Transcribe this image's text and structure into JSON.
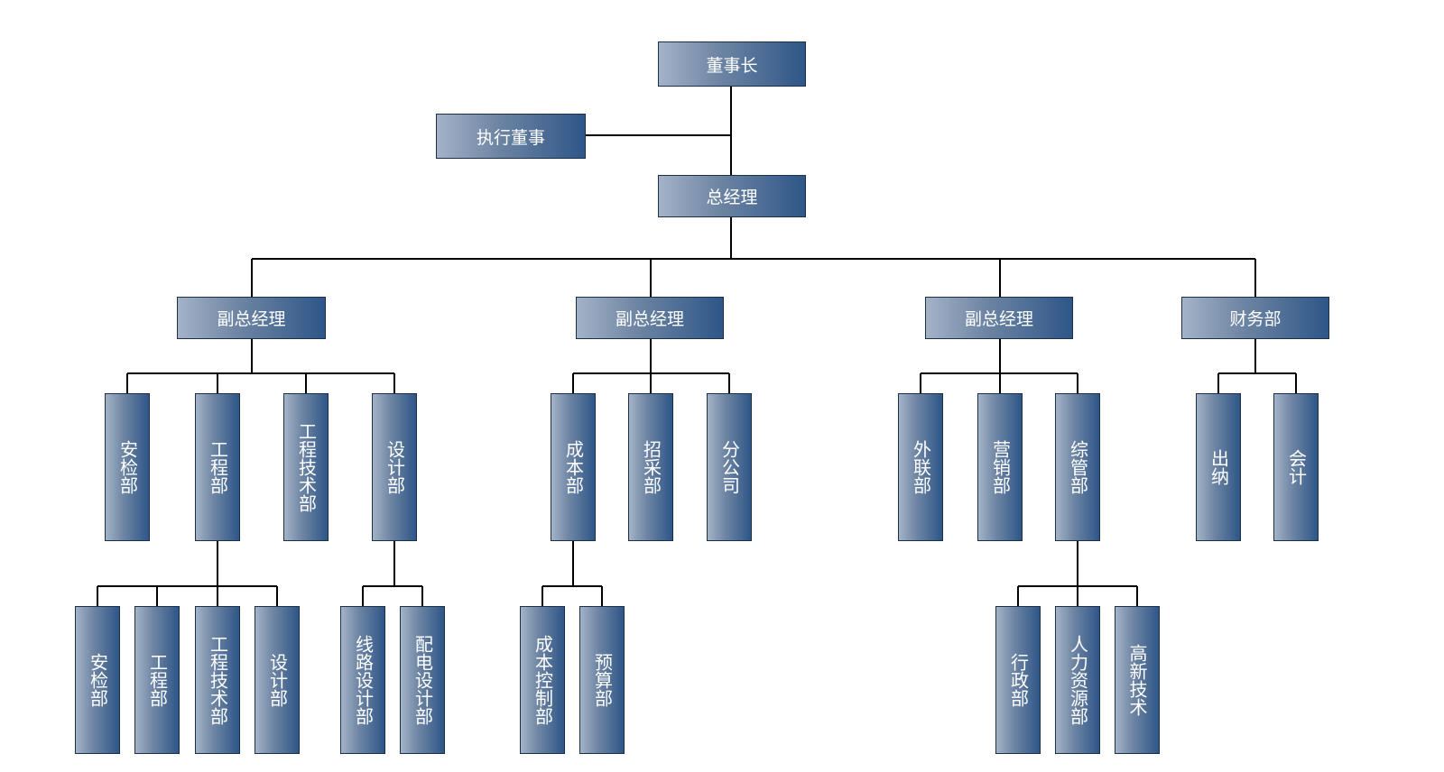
{
  "org": {
    "chairman": "董事长",
    "executive_director": "执行董事",
    "general_manager": "总经理",
    "vp_left": "副总经理",
    "vp_middle": "副总经理",
    "vp_right": "副总经理",
    "finance": "财务部",
    "safety": "安检部",
    "engineering": "工程部",
    "eng_tech": "工程技术部",
    "design": "设计部",
    "cost": "成本部",
    "procurement": "招采部",
    "branch": "分公司",
    "external": "外联部",
    "marketing": "营销部",
    "general_admin": "综管部",
    "cashier": "出纳",
    "accounting": "会计",
    "sub_safety": "安检部",
    "sub_engineering": "工程部",
    "sub_eng_tech": "工程技术部",
    "sub_design": "设计部",
    "line_design": "线路设计部",
    "power_design": "配电设计部",
    "cost_control": "成本控制部",
    "budget": "预算部",
    "administration": "行政部",
    "hr": "人力资源部",
    "high_tech": "高新技术"
  },
  "colors": {
    "box_light": "#a4b3c7",
    "box_dark": "#2e5688",
    "border": "#1b2f48",
    "line": "#000000"
  }
}
